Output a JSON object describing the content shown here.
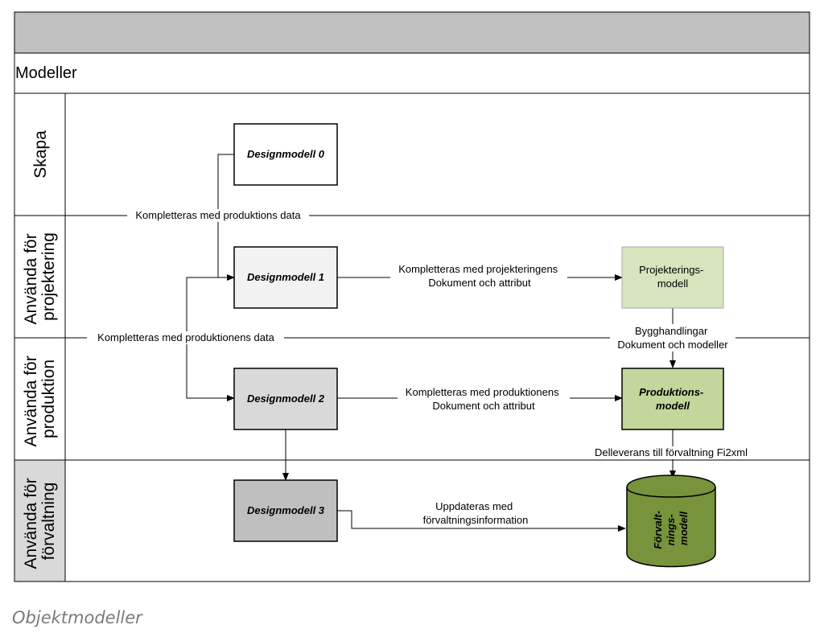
{
  "diagram": {
    "title": "Modeller",
    "lanes": [
      {
        "id": "skapa",
        "label_lines": [
          "Skapa"
        ]
      },
      {
        "id": "projektering",
        "label_lines": [
          "Använda för",
          "projektering"
        ]
      },
      {
        "id": "produktion",
        "label_lines": [
          "Använda för",
          "produktion"
        ]
      },
      {
        "id": "forvaltning",
        "label_lines": [
          "Använda för",
          "förvaltning"
        ]
      }
    ],
    "nodes": {
      "designmodell_0": {
        "lines": [
          "Designmodell 0"
        ],
        "fill": "#ffffff"
      },
      "designmodell_1": {
        "lines": [
          "Designmodell 1"
        ],
        "fill": "#f2f2f2"
      },
      "designmodell_2": {
        "lines": [
          "Designmodell 2"
        ],
        "fill": "#d9d9d9"
      },
      "designmodell_3": {
        "lines": [
          "Designmodell 3"
        ],
        "fill": "#bfbfbf"
      },
      "projekteringsmodell": {
        "lines": [
          "Projekterings-",
          "modell"
        ],
        "fill": "#d7e4bd"
      },
      "produktionsmodell": {
        "lines": [
          "Produktions-",
          "modell"
        ],
        "fill": "#c3d69b"
      },
      "forvaltningsmodell": {
        "lines": [
          "Förvalt-",
          "nings-",
          "modell"
        ],
        "fill": "#77933c"
      }
    },
    "edge_labels": {
      "dm0_to_dm1": [
        "Kompletteras med produktions data"
      ],
      "dm1_to_dm2": [
        "Kompletteras med produktionens data"
      ],
      "dm1_to_projektering": [
        "Kompletteras med projekteringens",
        "Dokument och attribut"
      ],
      "projektering_to_produktion": [
        "Bygghandlingar",
        "Dokument och modeller"
      ],
      "dm2_to_produktion": [
        "Kompletteras med produktionens",
        "Dokument och attribut"
      ],
      "produktion_to_forvaltning": [
        "Delleverans till förvaltning Fi2xml"
      ],
      "dm3_to_forvaltning": [
        "Uppdateras med",
        "förvaltningsinformation"
      ]
    },
    "colors": {
      "header": "#c0c0c0",
      "lane_label_bg": "#d9d9d9",
      "border": "#000000"
    }
  },
  "caption": "Objektmodeller"
}
